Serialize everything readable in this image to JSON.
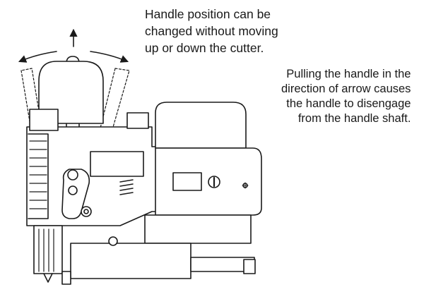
{
  "notes": {
    "handle_position": {
      "lines": [
        "Handle position can be",
        "changed without moving",
        "up or down the cutter."
      ]
    },
    "handle_disengage": {
      "lines": [
        "Pulling the handle in the",
        "direction of arrow causes",
        "the handle to disengage",
        "from the handle shaft."
      ]
    }
  },
  "colors": {
    "line": "#1a1a1a",
    "background": "#ffffff"
  }
}
